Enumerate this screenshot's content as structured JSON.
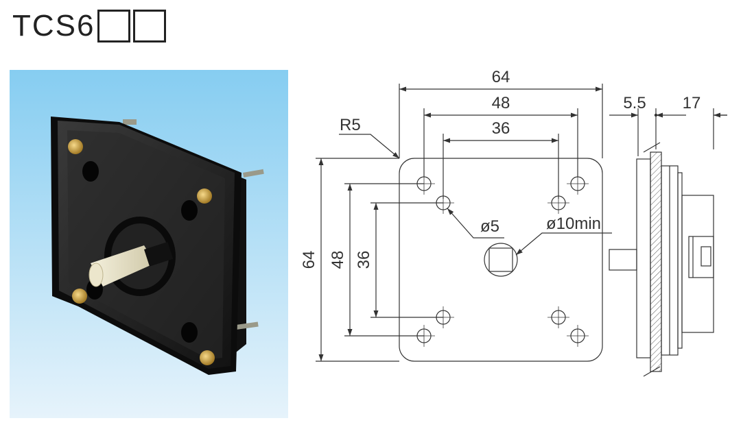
{
  "title": {
    "model": "TCS6",
    "placeholder_boxes": 2
  },
  "photo": {
    "description_icon": "rotary-switch-photo-icon",
    "background_top": "#8bcff0",
    "background_bottom": "#e4f2fb"
  },
  "front_view": {
    "overall_width": "64",
    "outer_hole_spacing": "48",
    "inner_hole_spacing": "36",
    "overall_height": "64",
    "outer_vertical_spacing": "48",
    "inner_vertical_spacing": "36",
    "corner_radius": "R5",
    "hole_diameter": "ø5",
    "center_hole": "ø10min"
  },
  "side_view": {
    "plate_thickness": "5.5",
    "body_depth": "17"
  }
}
